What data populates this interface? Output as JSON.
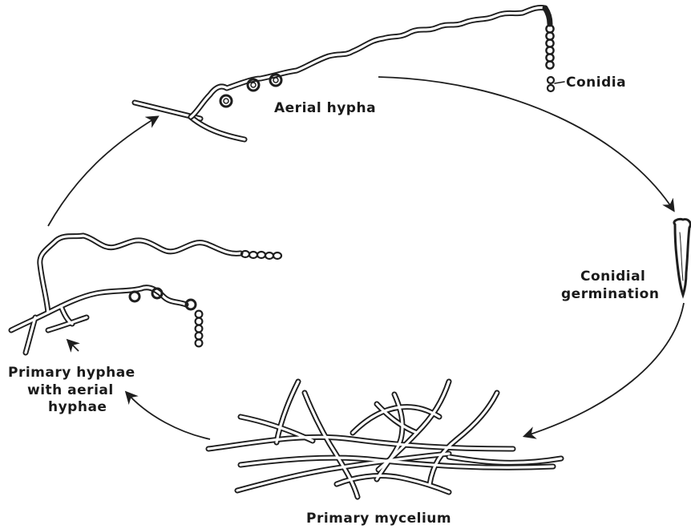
{
  "labels": {
    "aerial_hypha": "Aerial hypha",
    "conidia": "Conidia",
    "conidial_germination_1": "Conidial",
    "conidial_germination_2": "germination",
    "primary_mycelium": "Primary mycelium",
    "primary_hyphae_1": "Primary hyphae",
    "primary_hyphae_2": "with aerial",
    "primary_hyphae_3": "hyphae"
  },
  "colors": {
    "ink": "#1e1e1e",
    "background": "#ffffff"
  }
}
